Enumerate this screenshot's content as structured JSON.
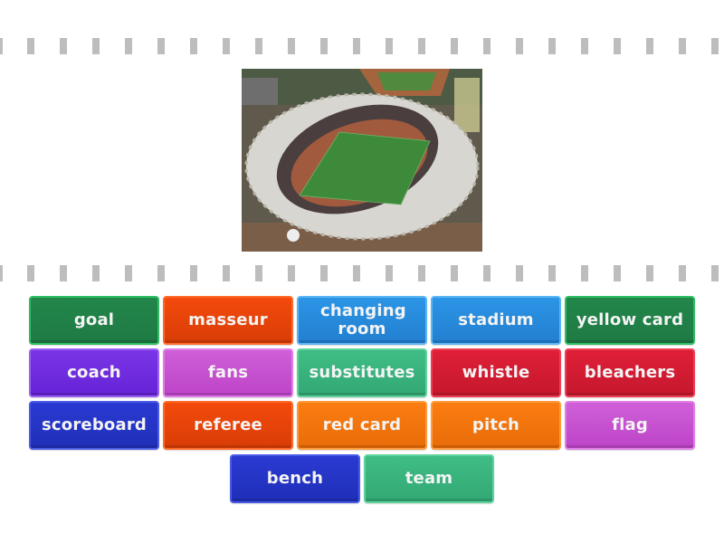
{
  "activity": {
    "image": {
      "alt": "Aerial view of a football stadium",
      "icon": "stadium-photo"
    },
    "tiles": [
      {
        "label": "goal",
        "color": "#22864a",
        "row": 0,
        "col": 0
      },
      {
        "label": "masseur",
        "color": "#f44a0c",
        "row": 0,
        "col": 1
      },
      {
        "label": "changing room",
        "color": "#2c95e6",
        "row": 0,
        "col": 2
      },
      {
        "label": "stadium",
        "color": "#2c95e6",
        "row": 0,
        "col": 3
      },
      {
        "label": "yellow card",
        "color": "#22864a",
        "row": 0,
        "col": 4
      },
      {
        "label": "coach",
        "color": "#7a35e6",
        "row": 1,
        "col": 0
      },
      {
        "label": "fans",
        "color": "#cf5fd8",
        "row": 1,
        "col": 1
      },
      {
        "label": "substitutes",
        "color": "#3fbd85",
        "row": 1,
        "col": 2
      },
      {
        "label": "whistle",
        "color": "#df1f37",
        "row": 1,
        "col": 3
      },
      {
        "label": "bleachers",
        "color": "#df1f37",
        "row": 1,
        "col": 4
      },
      {
        "label": "scoreboard",
        "color": "#2a3ad2",
        "row": 2,
        "col": 0
      },
      {
        "label": "referee",
        "color": "#f44a0c",
        "row": 2,
        "col": 1
      },
      {
        "label": "red card",
        "color": "#fb7d12",
        "row": 2,
        "col": 2
      },
      {
        "label": "pitch",
        "color": "#fb7d12",
        "row": 2,
        "col": 3
      },
      {
        "label": "flag",
        "color": "#cf5fd8",
        "row": 2,
        "col": 4
      },
      {
        "label": "bench",
        "color": "#2a3ad2",
        "row": 3,
        "col": 0
      },
      {
        "label": "team",
        "color": "#3fbd85",
        "row": 3,
        "col": 1
      }
    ]
  }
}
